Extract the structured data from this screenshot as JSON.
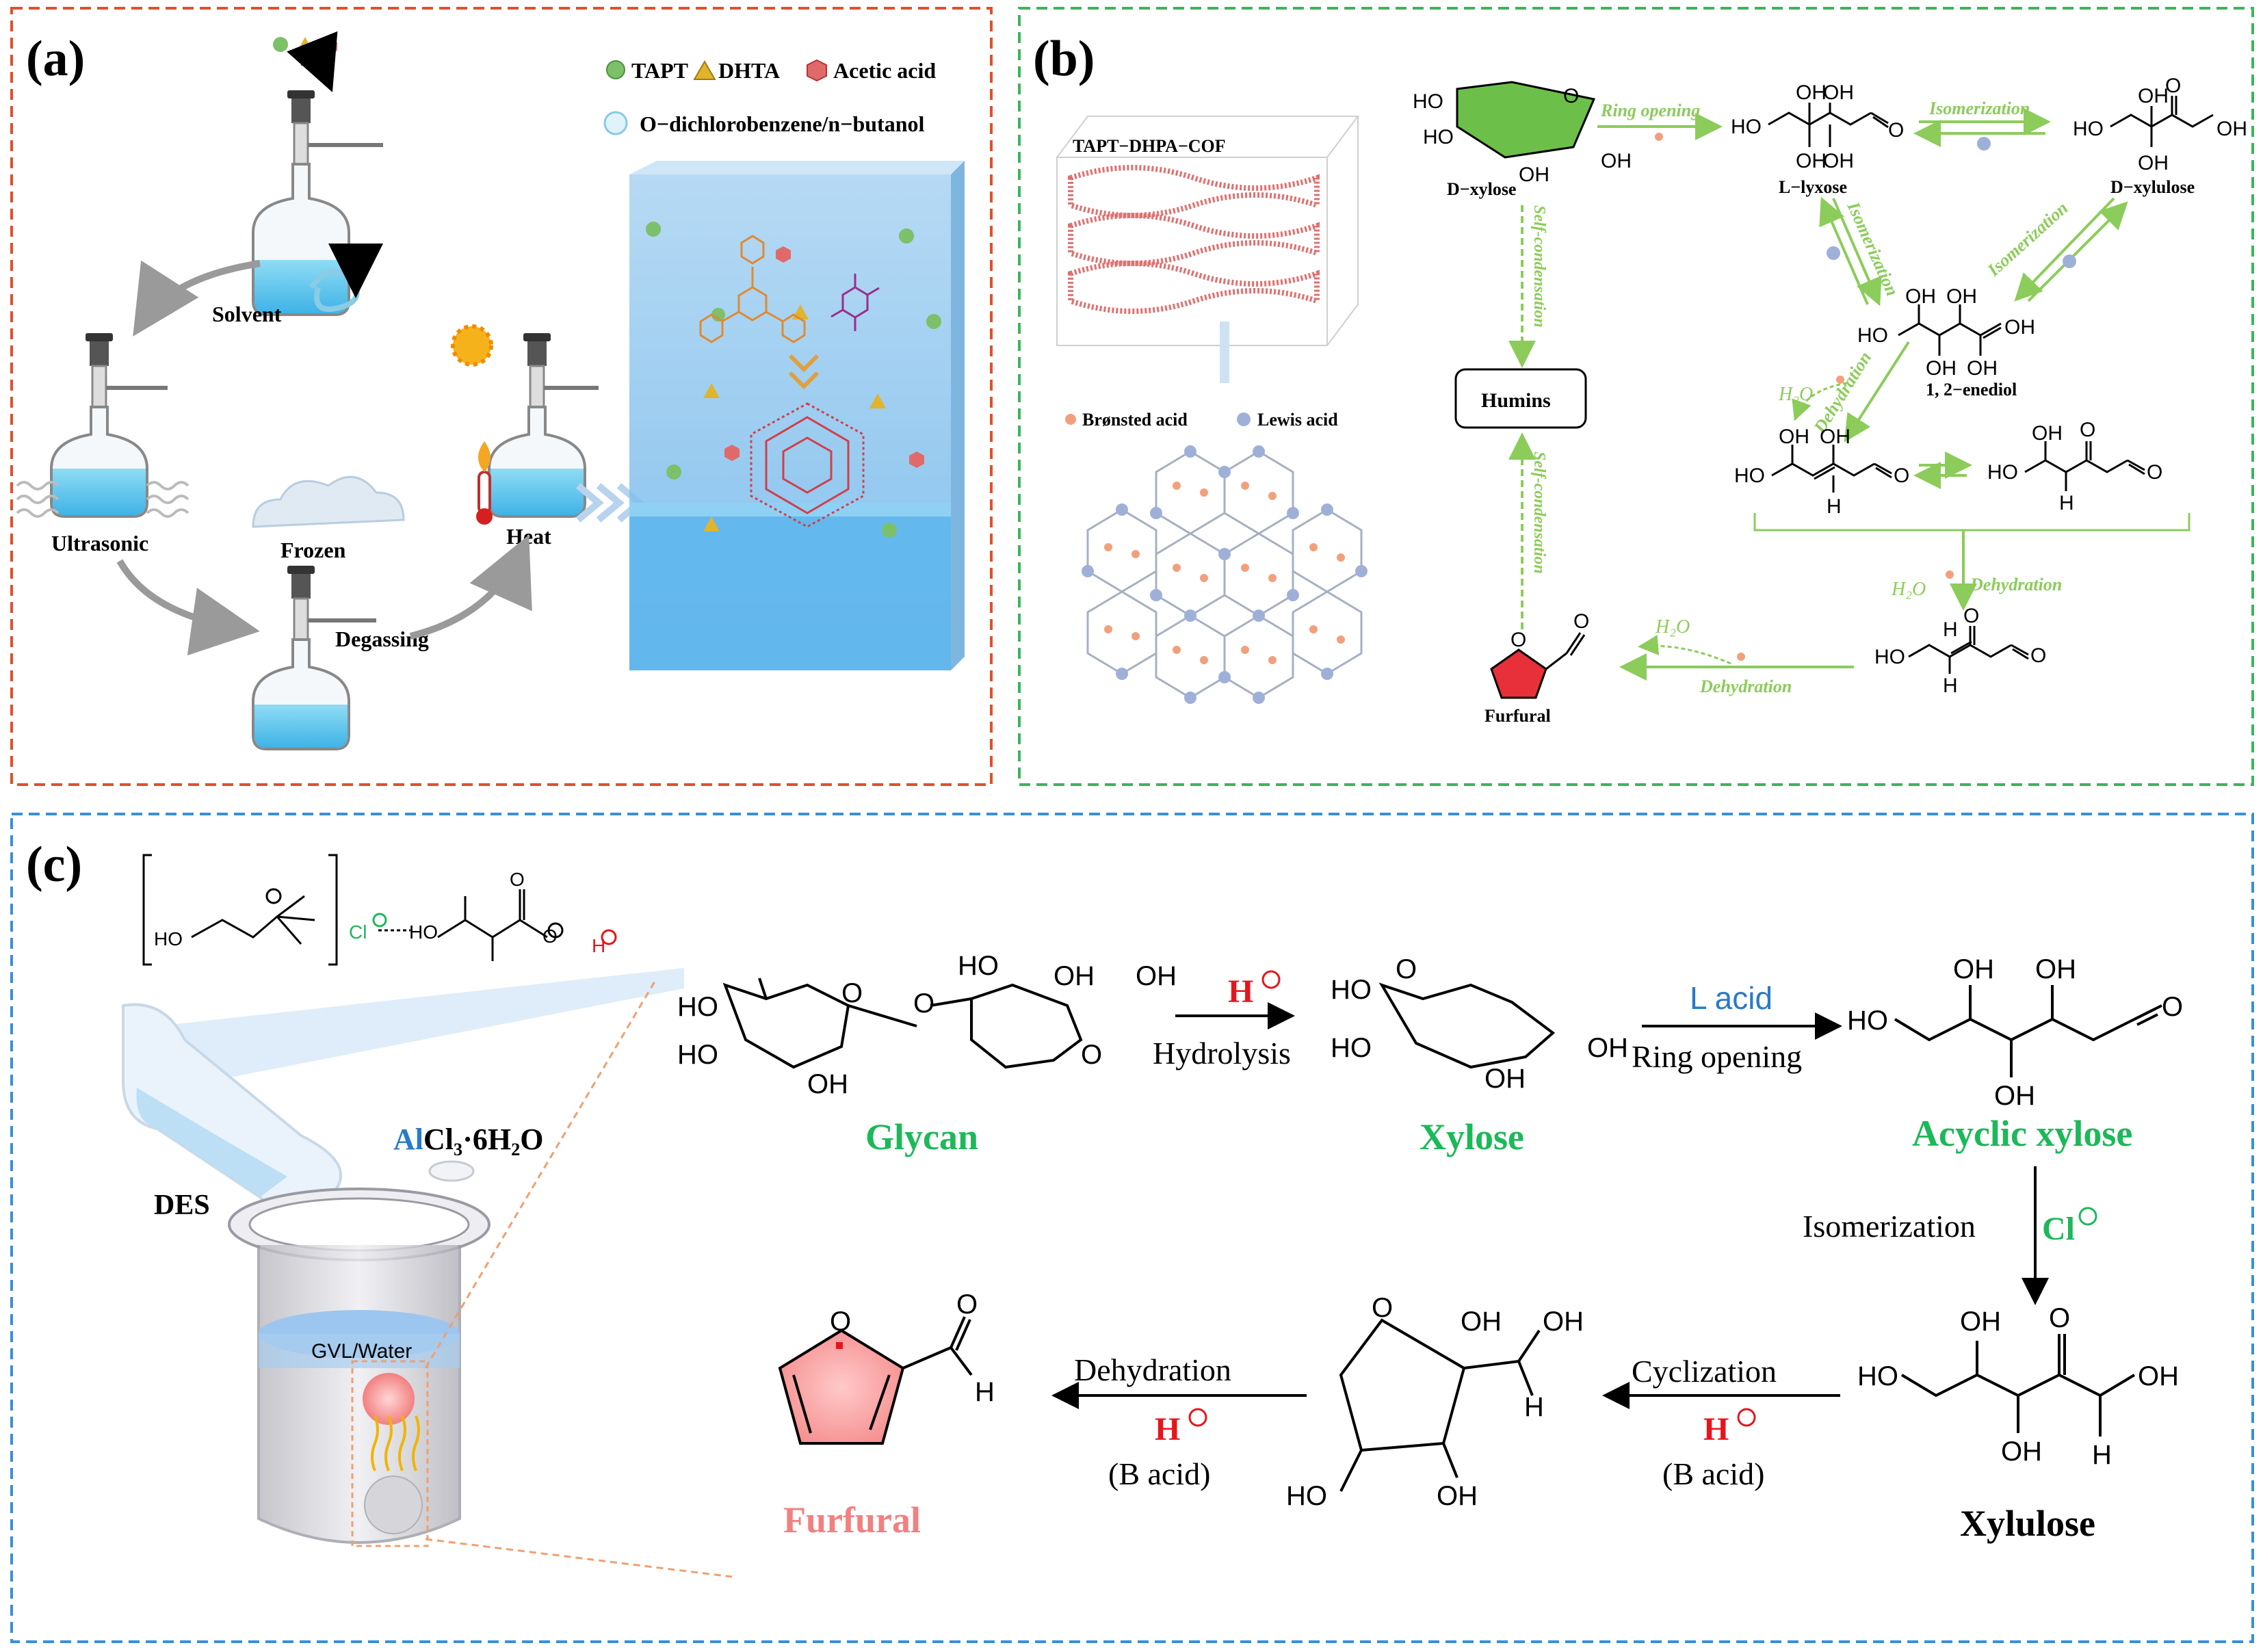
{
  "panels": {
    "a": {
      "label": "(a)",
      "legend": {
        "tapt": "TAPT",
        "dhta": "DHTA",
        "acetic_acid": "Acetic acid",
        "solvent_mix": "O−dichlorobenzene/n−butanol"
      },
      "steps": {
        "solvent": "Solvent",
        "ultrasonic": "Ultrasonic",
        "frozen": "Frozen",
        "degassing": "Degassing",
        "heat": "Heat"
      }
    },
    "b": {
      "label": "(b)",
      "cof_name": "TAPT−DHPA−COF",
      "acid_legend": {
        "bronsted": "Brønsted acid",
        "lewis": "Lewis acid"
      },
      "compounds": {
        "d_xylose": "D−xylose",
        "l_lyxose": "L−lyxose",
        "d_xylulose": "D−xylulose",
        "enediol": "1, 2−enediol",
        "humins": "Humins",
        "furfural": "Furfural"
      },
      "steps": {
        "ring_opening": "Ring opening",
        "isomerization_top": "Isomerization",
        "isomerization_left": "Isomerization",
        "isomerization_right": "Isomerization",
        "self_condensation_top": "Self-condensation",
        "self_condensation_bottom": "Self-condensation",
        "dehydration_1": "Dehydration",
        "dehydration_2": "Dehydration",
        "dehydration_3": "Dehydration"
      },
      "water_labels": [
        "H₂O",
        "H₂O",
        "H₂O"
      ],
      "atom_labels": {
        "oh": "OH",
        "ho": "HO",
        "o": "O",
        "h": "H"
      }
    },
    "c": {
      "label": "(c)",
      "des_label": "DES",
      "salt": {
        "al": "Al",
        "rest": "Cl₃·6H₂O"
      },
      "beaker_label": "GVL/Water",
      "ions": {
        "cl": "Cl",
        "h": "H"
      },
      "compounds": {
        "glycan": "Glycan",
        "xylose": "Xylose",
        "acyclic_xylose": "Acyclic xylose",
        "xylulose": "Xylulose",
        "furfural": "Furfural"
      },
      "steps": {
        "hydrolysis": "Hydrolysis",
        "l_acid": "L acid",
        "ring_opening": "Ring opening",
        "isomerization": "Isomerization",
        "cyclization": "Cyclization",
        "dehydration": "Dehydration",
        "b_acid_1": "(B acid)",
        "b_acid_2": "(B acid)"
      },
      "catalysts": {
        "h_plus": "H",
        "cl_minus": "Cl"
      },
      "atom_labels": {
        "oh": "OH",
        "ho": "HO",
        "o": "O",
        "h": "H"
      }
    }
  },
  "colors": {
    "frame_a": "#e0502a",
    "frame_b": "#3cb55a",
    "frame_c": "#3a8fd6",
    "arrow_green": "#8ccc5a",
    "label_green": "#1db85a",
    "furfural_pink": "#f28080",
    "catalyst_red": "#e8141c",
    "lewis_blue": "#2a7ac8"
  }
}
